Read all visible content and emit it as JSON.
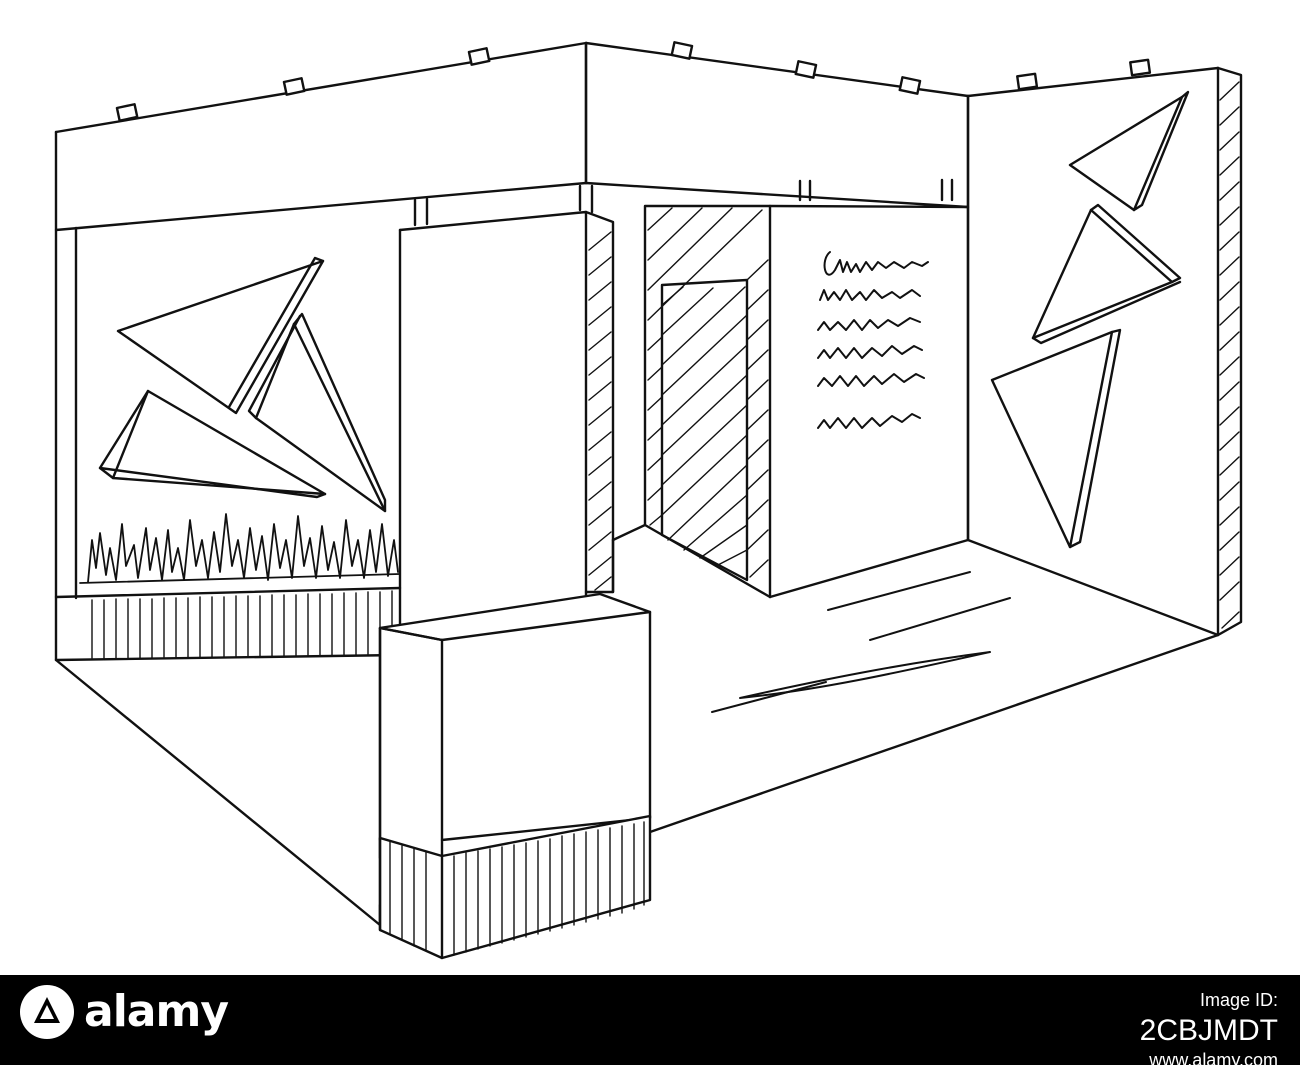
{
  "illustration": {
    "subject": "exhibition stand booth",
    "style": "black and white line sketch",
    "line_color": "#111111",
    "background_color": "#ffffff"
  },
  "footer": {
    "background_color": "#000000",
    "text_color": "#ffffff",
    "logo_text": "alamy",
    "logo_icon": "alamy-logo-icon",
    "image_id_label": "Image ID:",
    "image_id": "2CBJMDT",
    "url": "www.alamy.com"
  }
}
